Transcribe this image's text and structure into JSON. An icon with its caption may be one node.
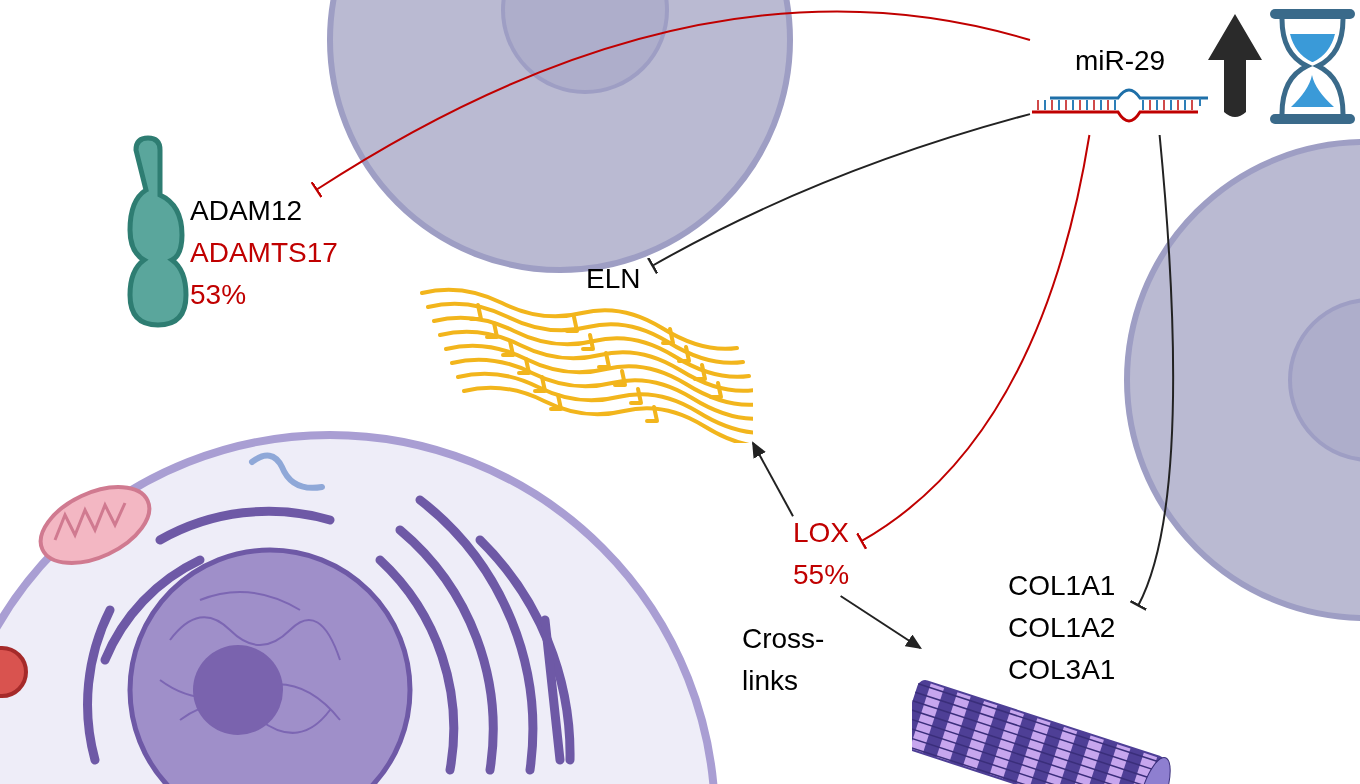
{
  "diagram": {
    "nodes": [
      {
        "text": [
          "miR-29"
        ]
      },
      {
        "text": [
          "ADAM12",
          "ADAMTS17",
          "53%"
        ]
      },
      {
        "text": [
          "ELN"
        ]
      },
      {
        "text": [
          "LOX",
          "55%"
        ]
      },
      {
        "text": [
          "COL1A1",
          "COL1A2",
          "COL3A1"
        ]
      },
      {
        "text": [],
        "shape": "picture"
      },
      {
        "text": [],
        "shape": "picture"
      }
    ],
    "edges": [
      {
        "from": 0,
        "to": 1,
        "arrow": "other",
        "color": "#c00000"
      },
      {
        "from": 0,
        "to": 2,
        "arrow": "other"
      },
      {
        "from": 0,
        "to": 3,
        "arrow": "other",
        "color": "#c00000"
      },
      {
        "from": 0,
        "to": 4,
        "arrow": "other"
      },
      {
        "from": 3,
        "to": 5,
        "arrow": "to"
      },
      {
        "from": 3,
        "to": 6,
        "arrow": "to"
      }
    ],
    "labels": [
      "Cross- links"
    ]
  }
}
